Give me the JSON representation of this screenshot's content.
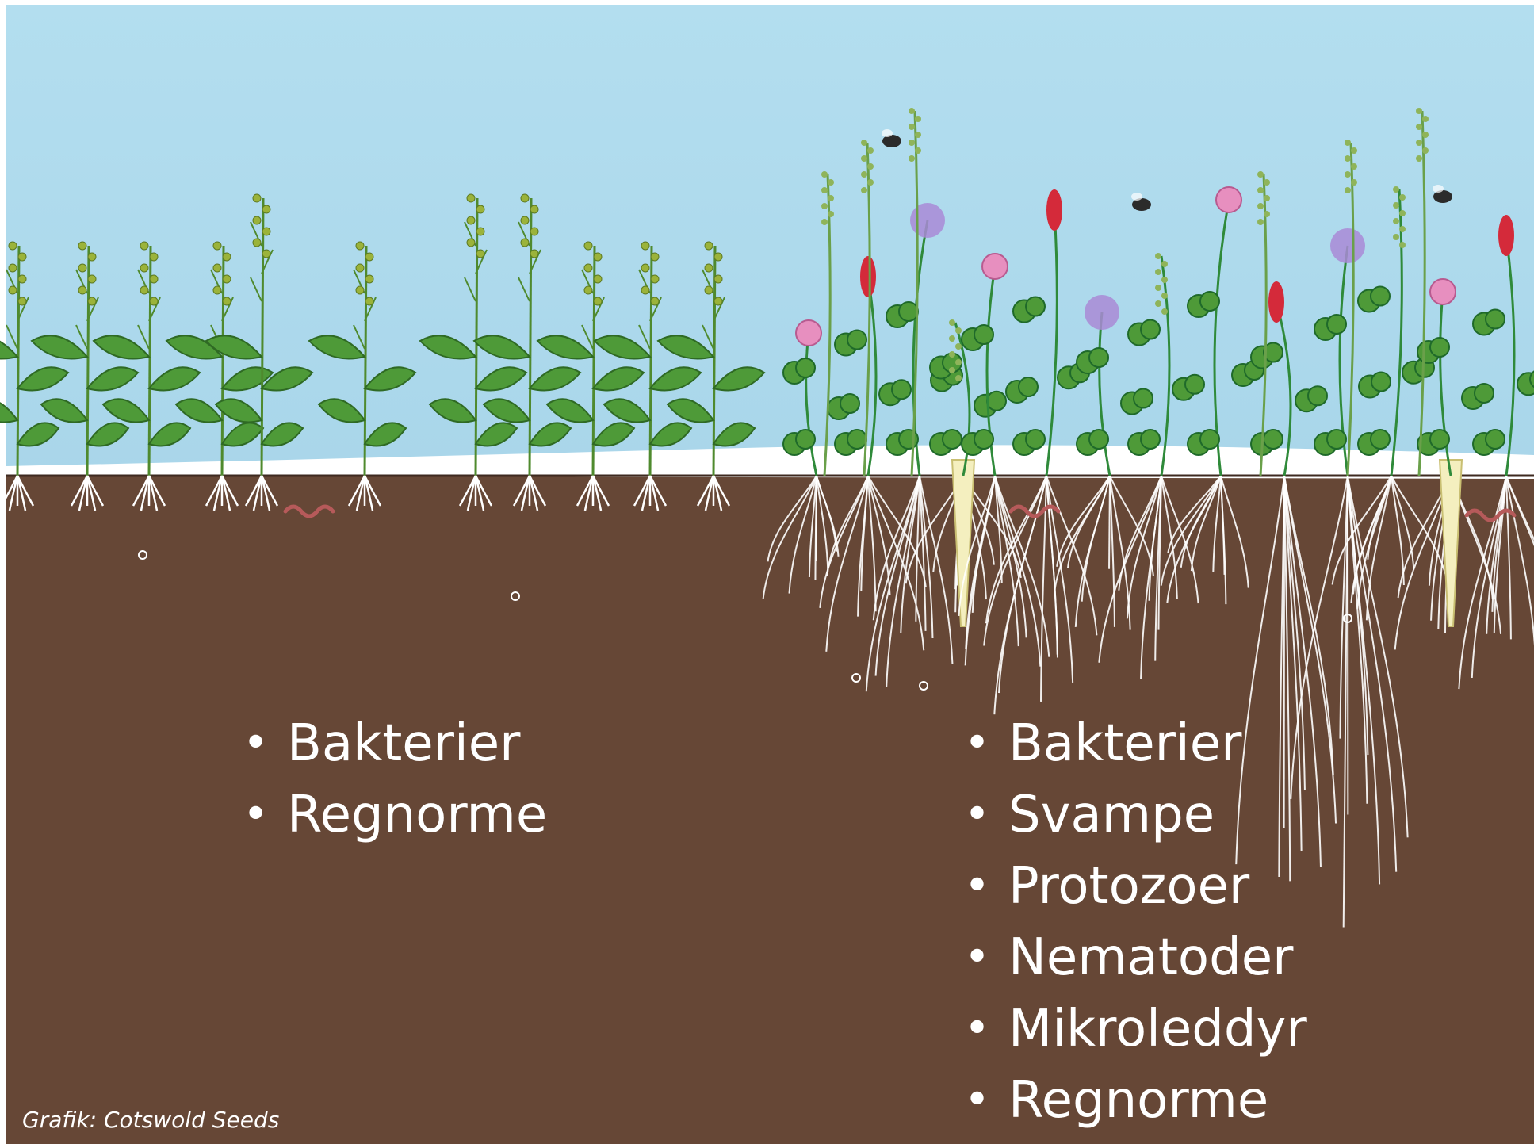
{
  "diagram": {
    "left_list": [
      "Bakterier",
      "Regnorme"
    ],
    "right_list": [
      "Bakterier",
      "Svampe",
      "Protozoer",
      "Nematoder",
      "Mikroleddyr",
      "Regnorme"
    ],
    "credit": "Grafik: Cotswold Seeds"
  },
  "colors": {
    "sky": "#b2dff0",
    "soil": "#664736",
    "leaf": "#4e9a38",
    "root": "#ffffff",
    "clover_flower": "#e78fbf",
    "crimson_clover": "#d42a3a",
    "phacelia": "#a98ad6"
  }
}
